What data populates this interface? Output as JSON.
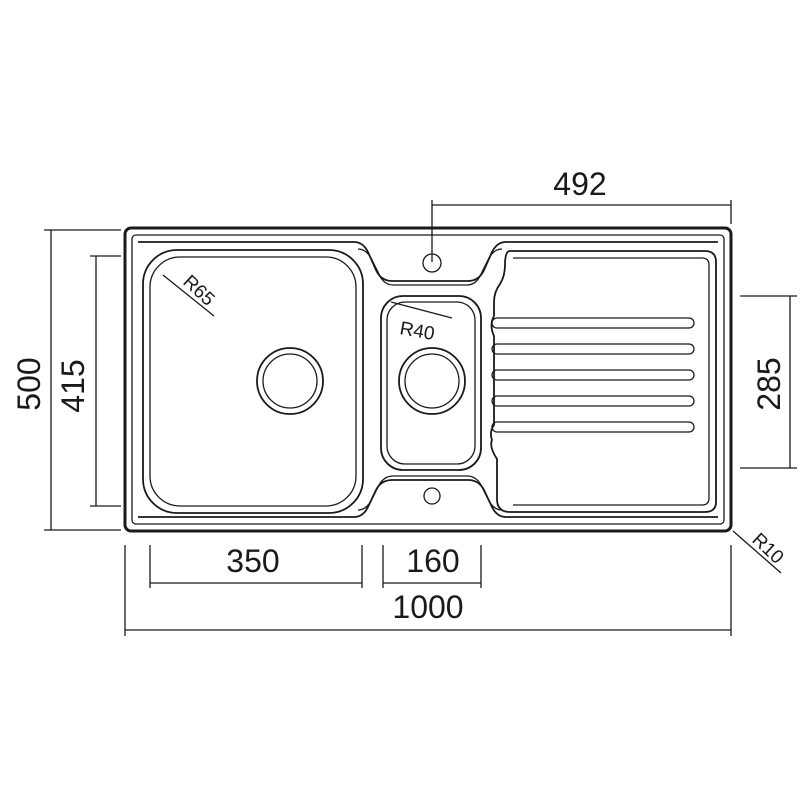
{
  "dimensions": {
    "overall_width": "1000",
    "overall_height": "500",
    "main_bowl_width": "350",
    "half_bowl_width": "160",
    "main_bowl_depth": "415",
    "drainer_depth": "285",
    "tap_hole_offset": "492"
  },
  "radii": {
    "main_bowl_radius": "R65",
    "half_bowl_radius": "R40",
    "corner_radius": "R10"
  },
  "colors": {
    "line": "#1a1a1a",
    "background": "#ffffff"
  }
}
